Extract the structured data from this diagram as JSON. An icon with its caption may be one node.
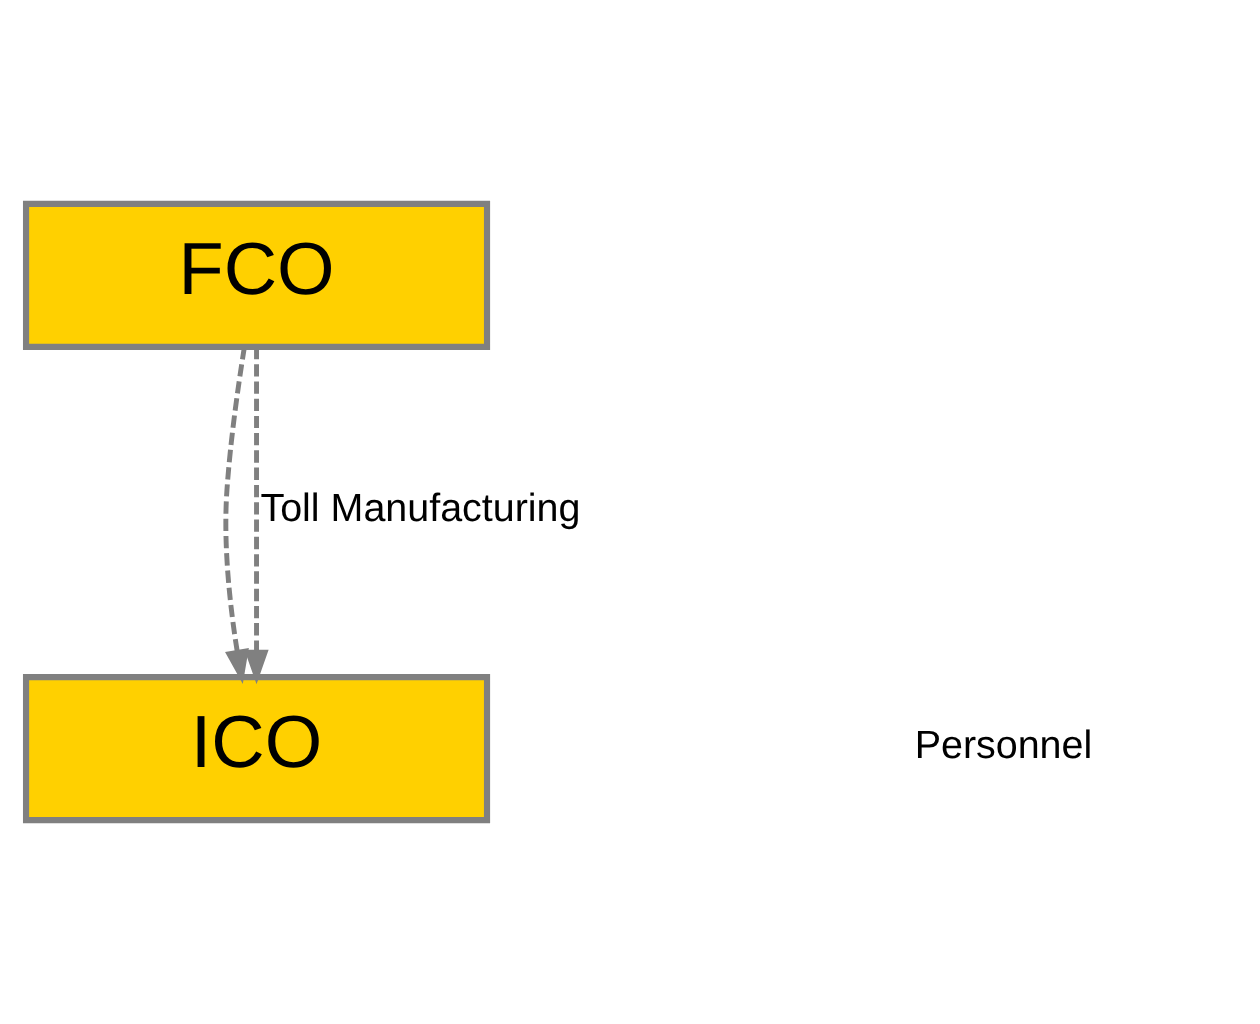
{
  "diagram": {
    "nodes": [
      {
        "text": [
          "FCO"
        ]
      },
      {
        "text": [
          "ICO"
        ]
      }
    ],
    "edges": [
      {
        "from": 0,
        "to": 1,
        "arrow": "to",
        "style": "dashed"
      },
      {
        "from": 0,
        "to": 1,
        "arrow": "to",
        "style": "dashed",
        "label": "Toll Manufacturing"
      }
    ],
    "labels": [
      "Personnel"
    ]
  }
}
